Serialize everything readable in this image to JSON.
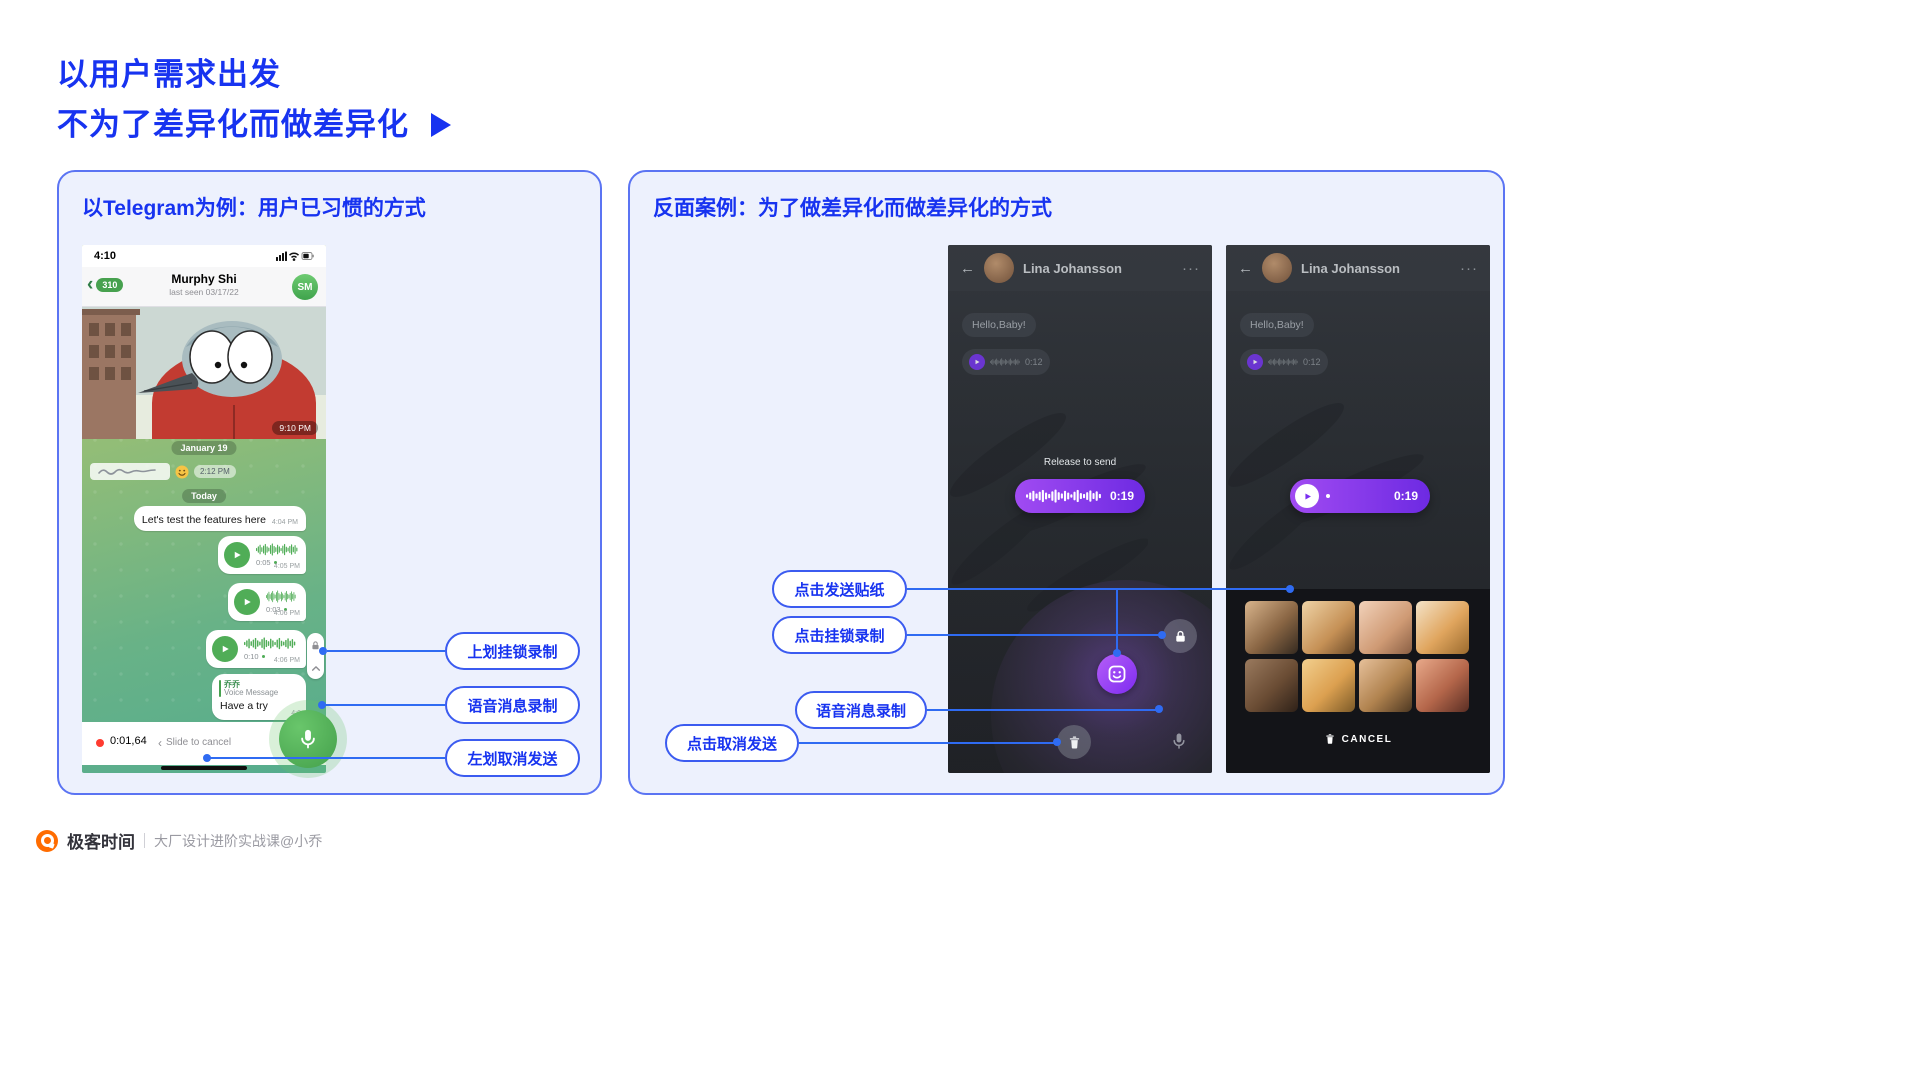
{
  "colors": {
    "accent_blue": "#1733f0",
    "panel_bg": "#edf1fd",
    "panel_border": "#5b74f3",
    "telegram_green": "#50ad57",
    "record_purple": "#8a3ff2",
    "brand_orange": "#ff6c00"
  },
  "header": {
    "title_line1": "以用户需求出发",
    "title_line2": "不为了差异化而做差异化"
  },
  "telegram_panel": {
    "title": "以Telegram为例：用户已习惯的方式",
    "callouts": [
      "上划挂锁录制",
      "语音消息录制",
      "左划取消发送"
    ],
    "phone": {
      "status_time": "4:10",
      "unread_count": "310",
      "contact_name": "Murphy Shi",
      "last_seen": "last seen 03/17/22",
      "avatar_initials": "SM",
      "photo_time": "9:10 PM",
      "date_separator_1": "January 19",
      "sticker_time": "2:12 PM",
      "date_separator_2": "Today",
      "text_message": {
        "text": "Let's test the features here",
        "time": "4:04 PM"
      },
      "voice_messages": [
        {
          "duration": "0:05",
          "time": "4:05 PM"
        },
        {
          "duration": "0:03",
          "time": "4:06 PM"
        },
        {
          "duration": "0:10",
          "time": "4:06 PM"
        }
      ],
      "reply_message": {
        "name": "乔乔",
        "quote": "Voice Message",
        "text": "Have a try",
        "time": "4:0"
      },
      "recording": {
        "timer": "0:01,64",
        "hint": "Slide to cancel"
      }
    }
  },
  "negative_panel": {
    "title": "反面案例：为了做差异化而做差异化的方式",
    "callouts": [
      "点击发送贴纸",
      "点击挂锁录制",
      "语音消息录制",
      "点击取消发送"
    ],
    "phone_a": {
      "contact_name": "Lina Johansson",
      "greeting": "Hello,Baby!",
      "voice_duration": "0:12",
      "release_hint": "Release to send",
      "record_duration": "0:19"
    },
    "phone_b": {
      "contact_name": "Lina Johansson",
      "greeting": "Hello,Baby!",
      "voice_duration": "0:12",
      "record_duration": "0:19",
      "cancel_label": "CANCEL"
    }
  },
  "footer": {
    "brand": "极客时间",
    "course": "大厂设计进阶实战课@小乔"
  }
}
